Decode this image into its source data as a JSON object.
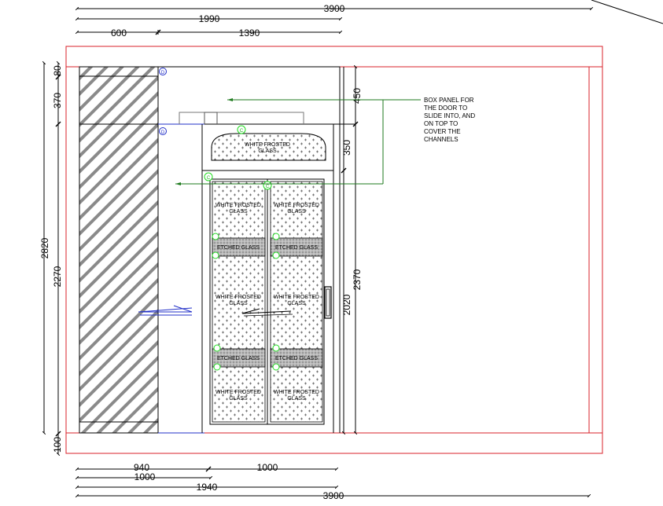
{
  "dimensions": {
    "top_total": "3900",
    "top_row2": "1990",
    "top_row3_left": "600",
    "top_row3_right": "1390",
    "left_outer": "2820",
    "left_inner": "2270",
    "left_top_small": "80",
    "left_top_mid": "370",
    "left_bottom_small": "100",
    "right_450": "450",
    "right_350": "350",
    "right_2020": "2020",
    "right_2370": "2370",
    "bottom_940": "940",
    "bottom_1000a": "1000",
    "bottom_1000b": "1000",
    "bottom_1940": "1940",
    "bottom_total": "3900"
  },
  "labels": {
    "arch": [
      "WHITE FROSTED",
      "GLASS"
    ],
    "panel_white": [
      "WHITE FROSTED",
      "GLASS"
    ],
    "panel_etched": "ETCHED GLASS"
  },
  "note": [
    "BOX PANEL FOR",
    "THE DOOR TO",
    "SLIDE INTO, AND",
    "ON TOP TO",
    "COVER THE",
    "CHANNELS"
  ],
  "markers": {
    "blue": "D",
    "green": "C"
  },
  "colors": {
    "red": "#d9202a",
    "blue": "#2230c8",
    "green": "#1e7a1e",
    "marker_green": "#22dd22"
  }
}
